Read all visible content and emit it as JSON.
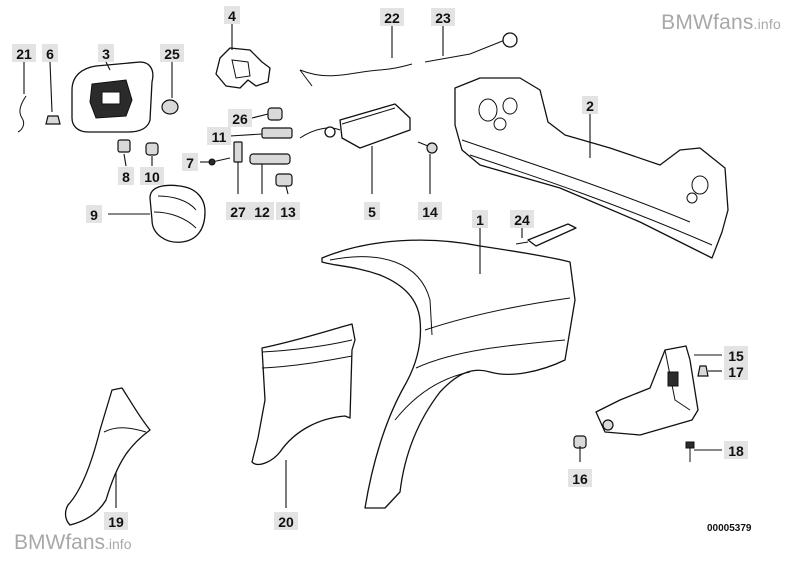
{
  "watermark": {
    "brand": "BMWfans",
    "suffix": ".info"
  },
  "diagram_number": "00005379",
  "callouts": [
    {
      "id": "21",
      "label": "21"
    },
    {
      "id": "6",
      "label": "6"
    },
    {
      "id": "3",
      "label": "3"
    },
    {
      "id": "25",
      "label": "25"
    },
    {
      "id": "4",
      "label": "4"
    },
    {
      "id": "22",
      "label": "22"
    },
    {
      "id": "23",
      "label": "23"
    },
    {
      "id": "2",
      "label": "2"
    },
    {
      "id": "26",
      "label": "26"
    },
    {
      "id": "11",
      "label": "11"
    },
    {
      "id": "7",
      "label": "7"
    },
    {
      "id": "8",
      "label": "8"
    },
    {
      "id": "10",
      "label": "10"
    },
    {
      "id": "9",
      "label": "9"
    },
    {
      "id": "27",
      "label": "27"
    },
    {
      "id": "12",
      "label": "12"
    },
    {
      "id": "13",
      "label": "13"
    },
    {
      "id": "5",
      "label": "5"
    },
    {
      "id": "14",
      "label": "14"
    },
    {
      "id": "1",
      "label": "1"
    },
    {
      "id": "24",
      "label": "24"
    },
    {
      "id": "15",
      "label": "15"
    },
    {
      "id": "17",
      "label": "17"
    },
    {
      "id": "18",
      "label": "18"
    },
    {
      "id": "16",
      "label": "16"
    },
    {
      "id": "19",
      "label": "19"
    },
    {
      "id": "20",
      "label": "20"
    }
  ]
}
